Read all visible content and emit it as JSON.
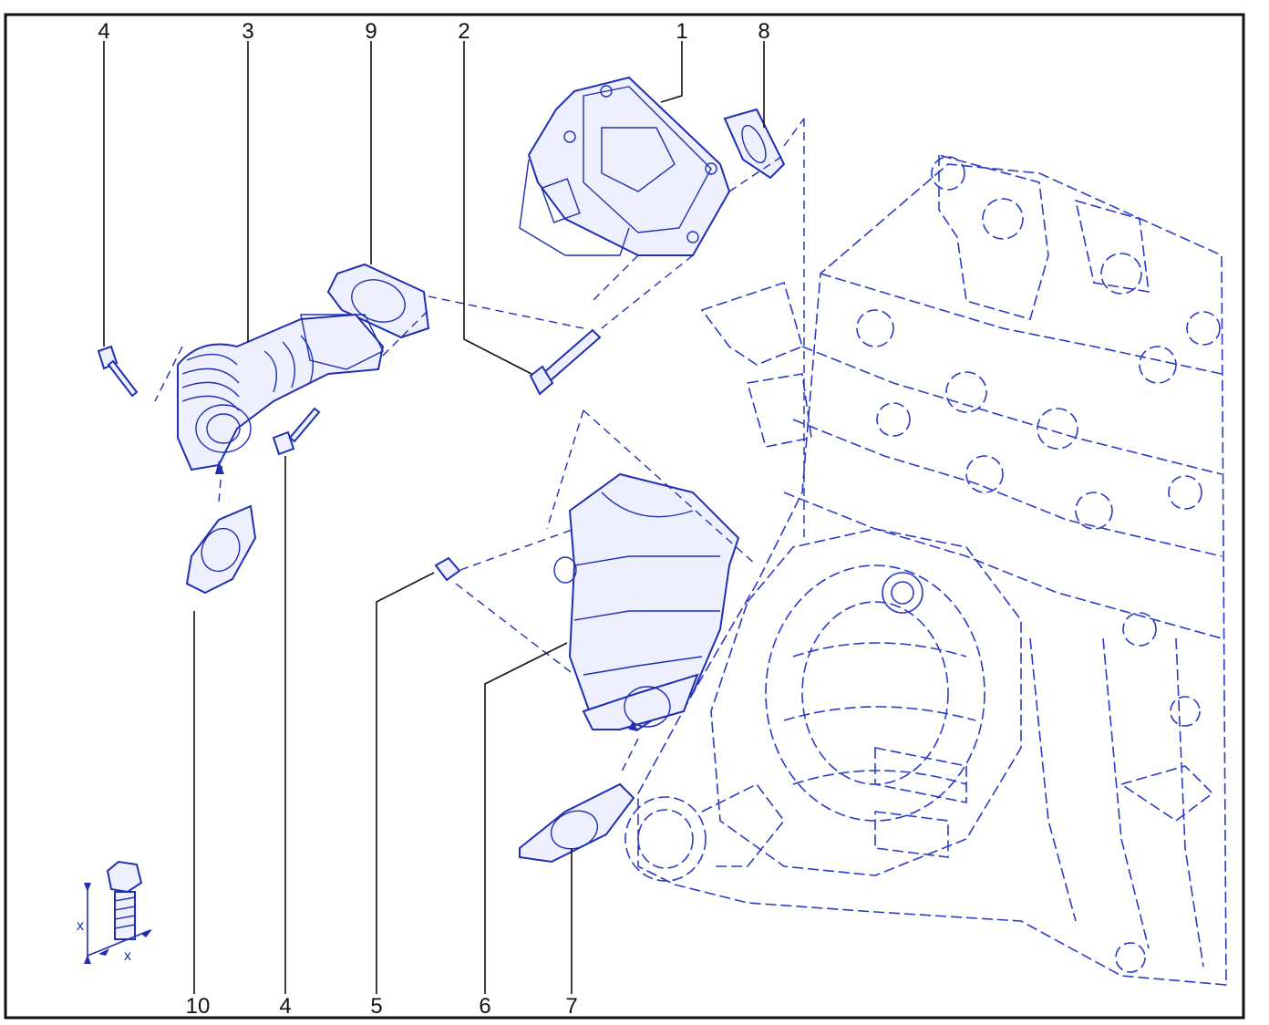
{
  "callouts": {
    "top": [
      "4",
      "3",
      "9",
      "2",
      "1",
      "8"
    ],
    "bottom": [
      "10",
      "4",
      "5",
      "6",
      "7"
    ]
  },
  "legend": {
    "dimension_label_1": "x",
    "dimension_label_2": "x"
  },
  "colors": {
    "line": "#1f2fb0",
    "frame": "#111111",
    "background": "#ffffff"
  }
}
